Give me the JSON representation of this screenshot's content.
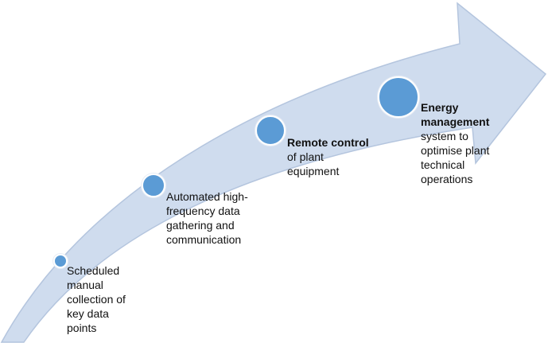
{
  "colors": {
    "arrow_fill": "#cfdcee",
    "arrow_stroke": "#b4c5de",
    "node_fill": "#5b9bd5"
  },
  "steps": [
    {
      "bold_lines": [],
      "lines": [
        "Scheduled",
        "manual",
        "collection of",
        "key data",
        "points"
      ]
    },
    {
      "bold_lines": [],
      "lines": [
        "Automated high-",
        "frequency data",
        "gathering and",
        "communication"
      ]
    },
    {
      "bold_lines": [
        "Remote control"
      ],
      "lines": [
        "of plant",
        "equipment"
      ]
    },
    {
      "bold_lines": [
        "Energy",
        "management"
      ],
      "lines": [
        "system to",
        "optimise plant",
        "technical",
        "operations"
      ]
    }
  ]
}
